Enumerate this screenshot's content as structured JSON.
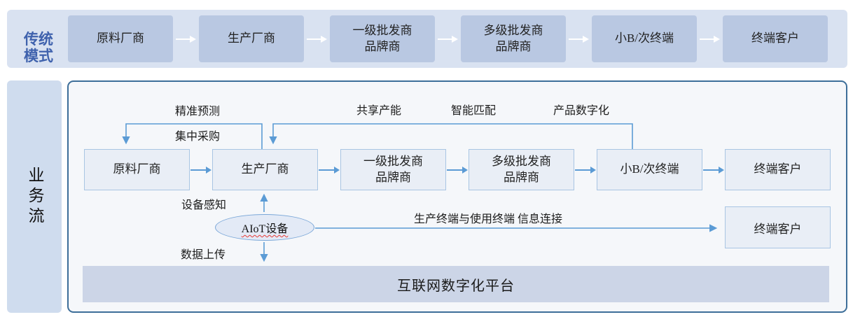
{
  "traditional": {
    "section_label": "传统模式",
    "nodes": [
      "原料厂商",
      "生产厂商",
      "一级批发商\n品牌商",
      "多级批发商\n品牌商",
      "小B/次终端",
      "终端客户"
    ]
  },
  "business": {
    "section_label": "业务流",
    "nodes": [
      "原料厂商",
      "生产厂商",
      "一级批发商\n品牌商",
      "多级批发商\n品牌商",
      "小B/次终端",
      "终端客户"
    ],
    "flow_labels": {
      "forecast": "精准预测",
      "procurement": "集中采购",
      "capacity": "共享产能",
      "matching": "智能匹配",
      "digitization": "产品数字化",
      "device_sense": "设备感知",
      "data_upload": "数据上传",
      "terminal_link": "生产终端与使用终端 信息连接"
    },
    "aiot_device": "AIoT设备",
    "extra_terminal": "终端客户",
    "platform": "互联网数字化平台"
  },
  "colors": {
    "accent_blue": "#5b9bd5",
    "section_title_blue": "#3f62ad",
    "strip_fill": "#d9e2f1",
    "top_node_fill": "#b9c8e2",
    "panel_fill": "#cfdcee",
    "main_box_fill": "#f5f7fa",
    "main_box_border": "#3d6e99",
    "flow_node_fill": "#e9eef6",
    "flow_node_border": "#a9c5e3",
    "platform_fill": "#ccd5e7",
    "squiggle_red": "#e53935"
  }
}
